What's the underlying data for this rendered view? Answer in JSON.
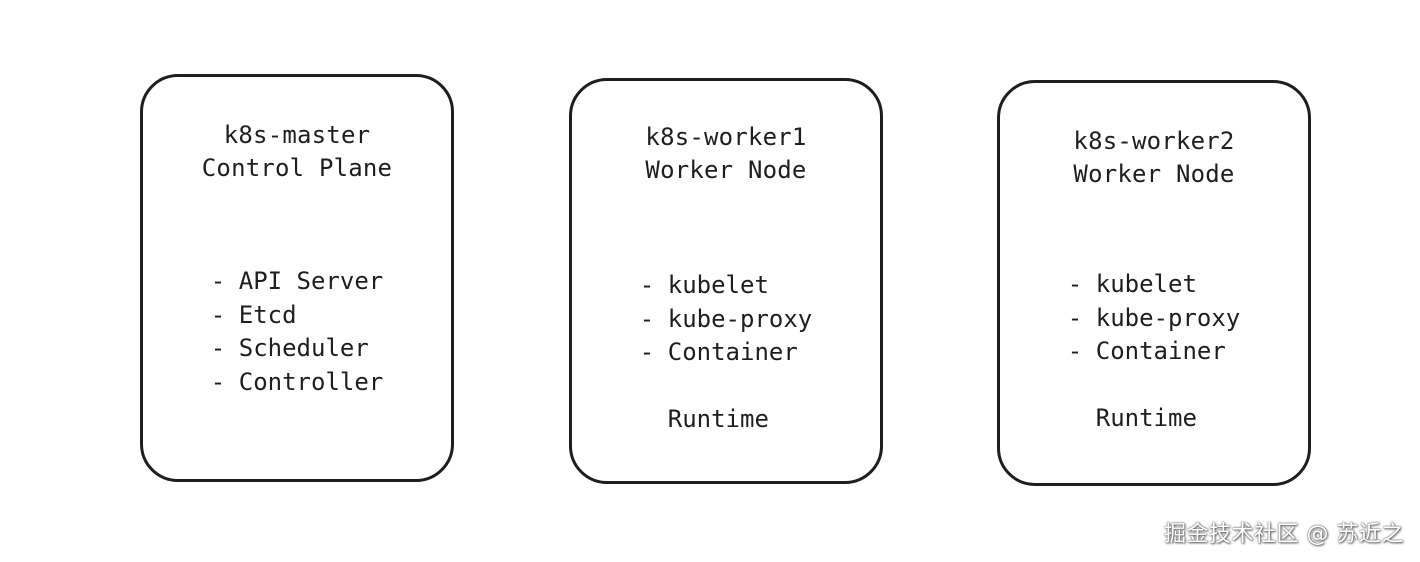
{
  "boxes": [
    {
      "title": [
        "k8s-master",
        "Control Plane"
      ],
      "items": [
        "API Server",
        "Etcd",
        "Scheduler",
        "Controller"
      ],
      "continuation": ""
    },
    {
      "title": [
        "k8s-worker1",
        "Worker Node"
      ],
      "items": [
        "kubelet",
        "kube-proxy",
        "Container"
      ],
      "continuation": "Runtime"
    },
    {
      "title": [
        "k8s-worker2",
        "Worker Node"
      ],
      "items": [
        "kubelet",
        "kube-proxy",
        "Container"
      ],
      "continuation": "Runtime"
    }
  ],
  "bullet": "-",
  "watermark": "掘金技术社区 @ 苏近之",
  "colors": {
    "stroke": "#1e1e1e",
    "background": "#ffffff"
  }
}
